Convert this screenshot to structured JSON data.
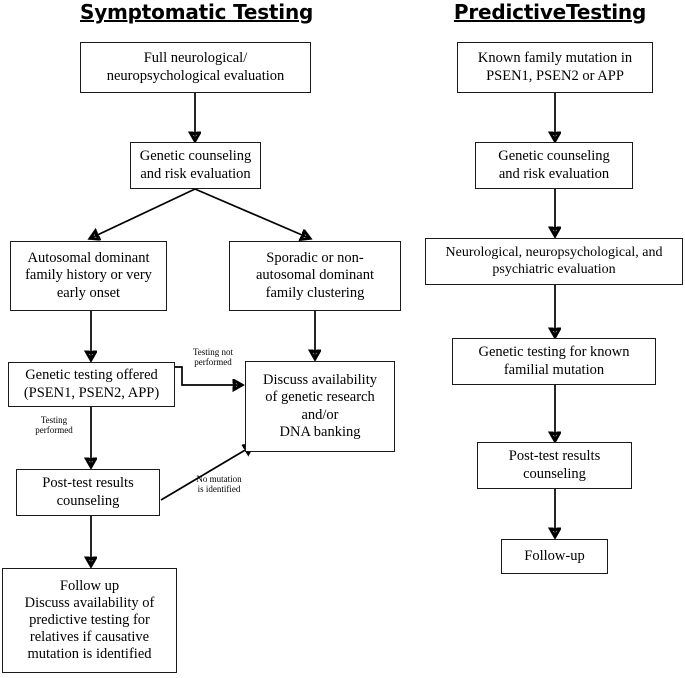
{
  "diagram": {
    "title_left": "Symptomatic Testing",
    "title_right": "PredictiveTesting",
    "columns": [
      {
        "name": "symptomatic",
        "title": "Symptomatic Testing",
        "nodes": [
          {
            "id": "sym-eval",
            "label": "Full neurological/\nneuropsychological evaluation"
          },
          {
            "id": "sym-counseling",
            "label": "Genetic counseling\nand risk evaluation"
          },
          {
            "id": "sym-autosomal",
            "label": "Autosomal dominant\nfamily history or very\nearly onset"
          },
          {
            "id": "sym-sporadic",
            "label": "Sporadic or non-\nautosomal dominant\nfamily clustering"
          },
          {
            "id": "sym-testing-offered",
            "label": "Genetic testing offered\n(PSEN1, PSEN2, APP)"
          },
          {
            "id": "sym-discuss",
            "label": "Discuss availability\nof genetic research\nand/or\nDNA banking"
          },
          {
            "id": "sym-posttest",
            "label": "Post-test results\ncounseling"
          },
          {
            "id": "sym-followup",
            "label": "Follow up\nDiscuss availability of\npredictive testing for\nrelatives if causative\nmutation is identified"
          }
        ],
        "edge_labels": [
          {
            "id": "lbl-testing-not-performed",
            "text": "Testing not\nperformed"
          },
          {
            "id": "lbl-testing-performed",
            "text": "Testing\nperformed"
          },
          {
            "id": "lbl-no-mutation",
            "text": "No mutation\nis identified"
          }
        ]
      },
      {
        "name": "predictive",
        "title": "PredictiveTesting",
        "nodes": [
          {
            "id": "pre-known-mutation",
            "label": "Known family mutation in\nPSEN1, PSEN2 or APP"
          },
          {
            "id": "pre-counseling",
            "label": "Genetic counseling\nand risk evaluation"
          },
          {
            "id": "pre-neuro",
            "label": "Neurological, neuropsychological, and\npsychiatric evaluation"
          },
          {
            "id": "pre-testing",
            "label": "Genetic testing for known\nfamilial mutation"
          },
          {
            "id": "pre-posttest",
            "label": "Post-test results\ncounseling"
          },
          {
            "id": "pre-followup",
            "label": "Follow-up"
          }
        ],
        "edge_labels": []
      }
    ],
    "colors": {
      "stroke": "#000000",
      "box_border": "#1b1b1b",
      "background": "#ffffff",
      "text": "#000000"
    }
  }
}
